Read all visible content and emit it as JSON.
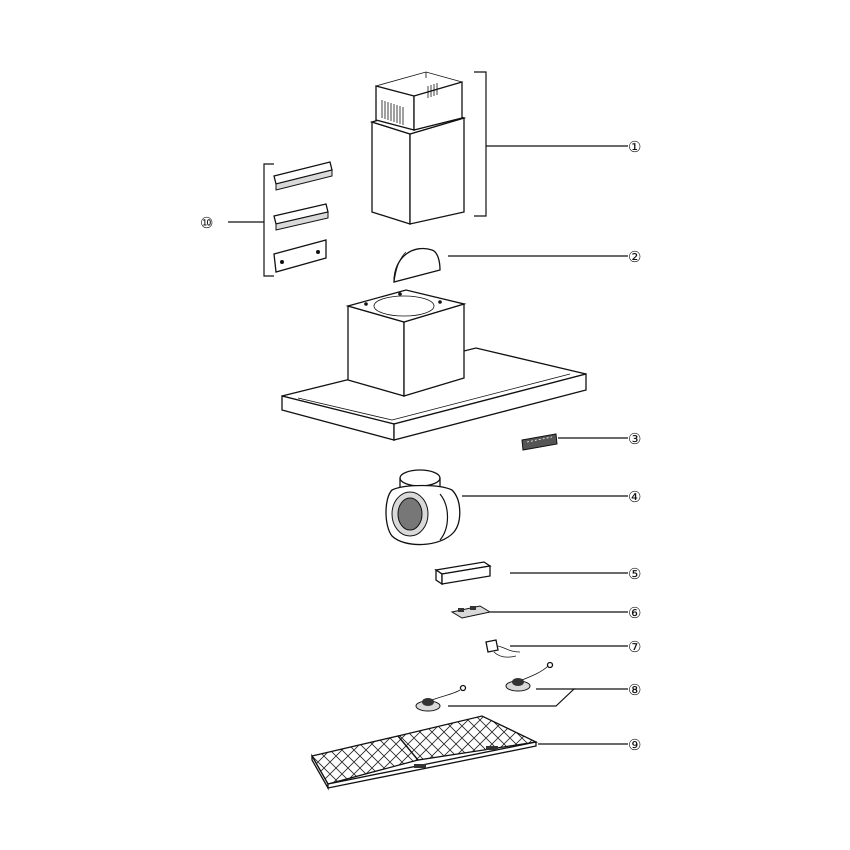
{
  "diagram": {
    "callouts": [
      {
        "id": 1,
        "label": "①"
      },
      {
        "id": 2,
        "label": "②"
      },
      {
        "id": 3,
        "label": "③"
      },
      {
        "id": 4,
        "label": "④"
      },
      {
        "id": 5,
        "label": "⑤"
      },
      {
        "id": 6,
        "label": "⑥"
      },
      {
        "id": 7,
        "label": "⑦"
      },
      {
        "id": 8,
        "label": "⑧"
      },
      {
        "id": 9,
        "label": "⑨"
      },
      {
        "id": 10,
        "label": "⑩"
      }
    ]
  }
}
